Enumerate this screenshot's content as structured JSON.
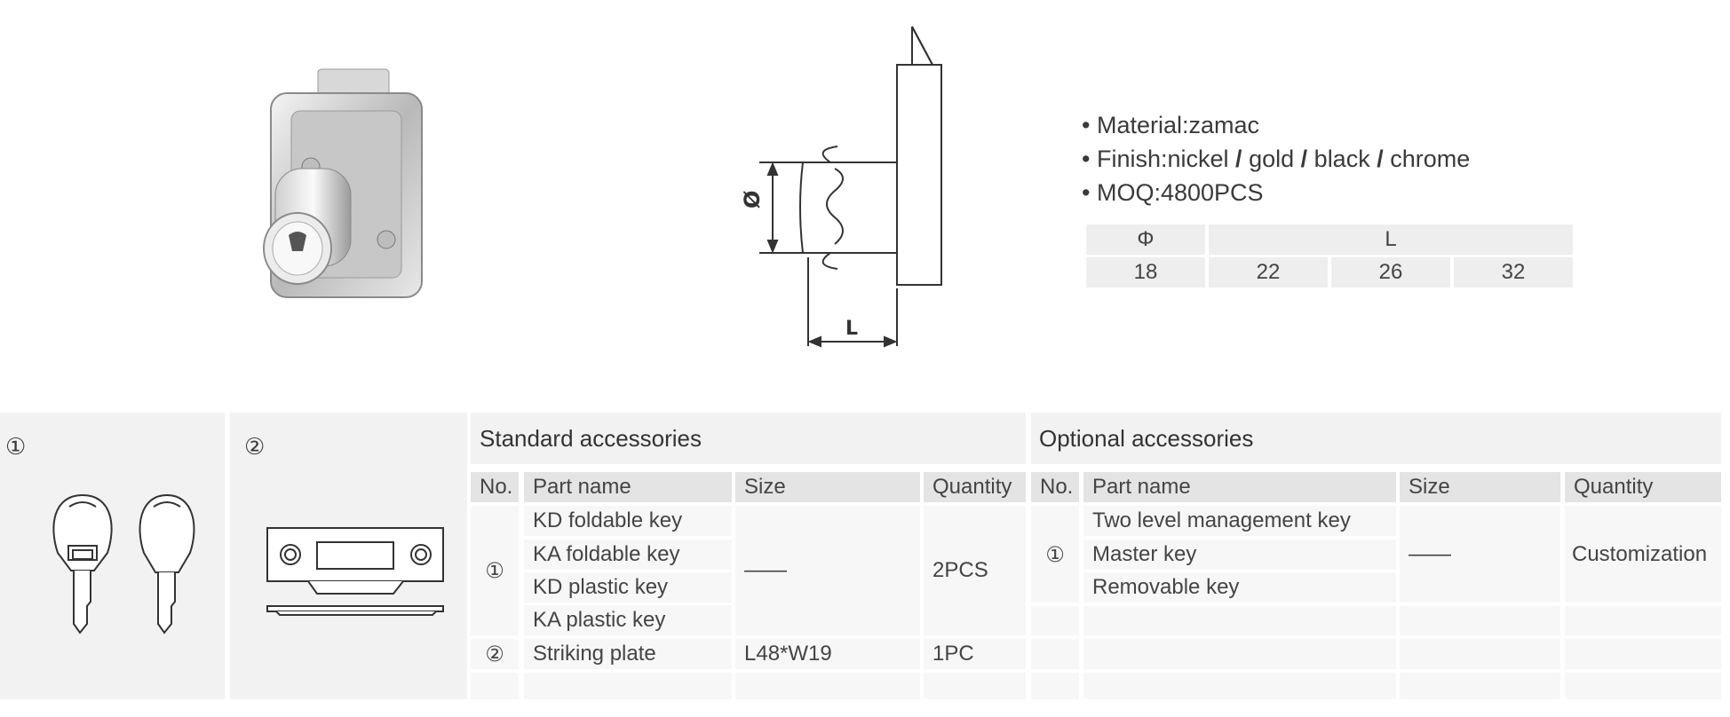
{
  "specs": {
    "material": "Material:zamac",
    "finish": {
      "prefix": "Finish:nickel",
      "sep": "/",
      "gold": "gold",
      "black": "black",
      "chrome": "chrome"
    },
    "moq": "MOQ:4800PCS",
    "bullet": "•"
  },
  "drawing": {
    "dia_label": "Ø",
    "len_label": "L"
  },
  "dim_table": {
    "phi_header": "Φ",
    "l_header": "L",
    "phi_value": "18",
    "l_values": [
      "22",
      "26",
      "32"
    ]
  },
  "panels": {
    "p1_num": "①",
    "p2_num": "②"
  },
  "standard": {
    "title": "Standard accessories",
    "headers": {
      "no": "No.",
      "part": "Part name",
      "size": "Size",
      "qty": "Quantity"
    },
    "group1": {
      "no": "①",
      "parts": [
        "KD foldable key",
        "KA foldable key",
        "KD plastic key",
        "KA plastic key"
      ],
      "size": "——",
      "qty": "2PCS"
    },
    "group2": {
      "no": "②",
      "part": "Striking plate",
      "size": "L48*W19",
      "qty": "1PC"
    }
  },
  "optional": {
    "title": "Optional accessories",
    "headers": {
      "no": "No.",
      "part": "Part name",
      "size": "Size",
      "qty": "Quantity"
    },
    "group1": {
      "no": "①",
      "parts": [
        "Two level management key",
        "Master key",
        "Removable key"
      ],
      "size": "——",
      "qty": "Customization"
    }
  }
}
